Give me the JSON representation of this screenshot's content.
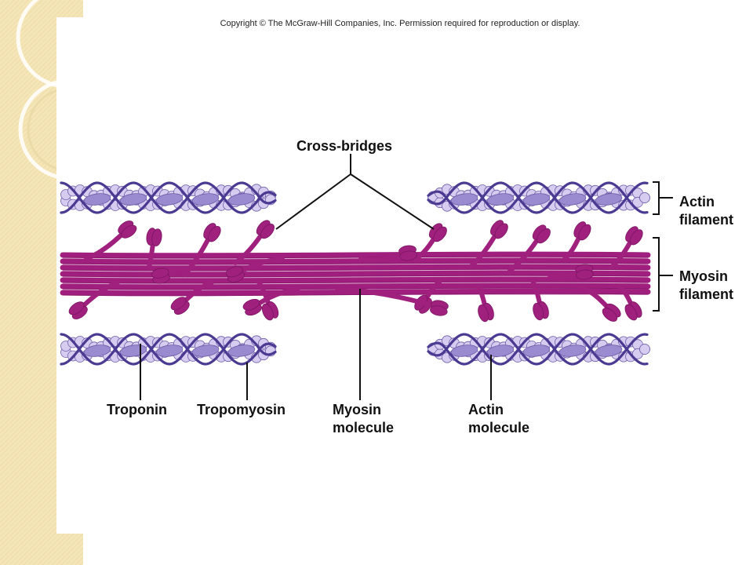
{
  "copyright": "Copyright © The McGraw-Hill Companies, Inc. Permission required for reproduction or display.",
  "labels": {
    "cross_bridges": "Cross-bridges",
    "actin_filament_l1": "Actin",
    "actin_filament_l2": "filament",
    "myosin_filament_l1": "Myosin",
    "myosin_filament_l2": "filament",
    "troponin": "Troponin",
    "tropomyosin": "Tropomyosin",
    "myosin_molecule_l1": "Myosin",
    "myosin_molecule_l2": "molecule",
    "actin_molecule_l1": "Actin",
    "actin_molecule_l2": "molecule"
  },
  "colors": {
    "background_panel": "#f5e6b8",
    "slide_panel": "#ffffff",
    "actin_bead": "#d6ccf0",
    "actin_bead_edge": "#6f5ea8",
    "troponin": "#9a8ad0",
    "tropomyosin": "#4a3a92",
    "myosin": "#a0207e",
    "myosin_dark": "#7a1560",
    "label_text": "#111111"
  }
}
